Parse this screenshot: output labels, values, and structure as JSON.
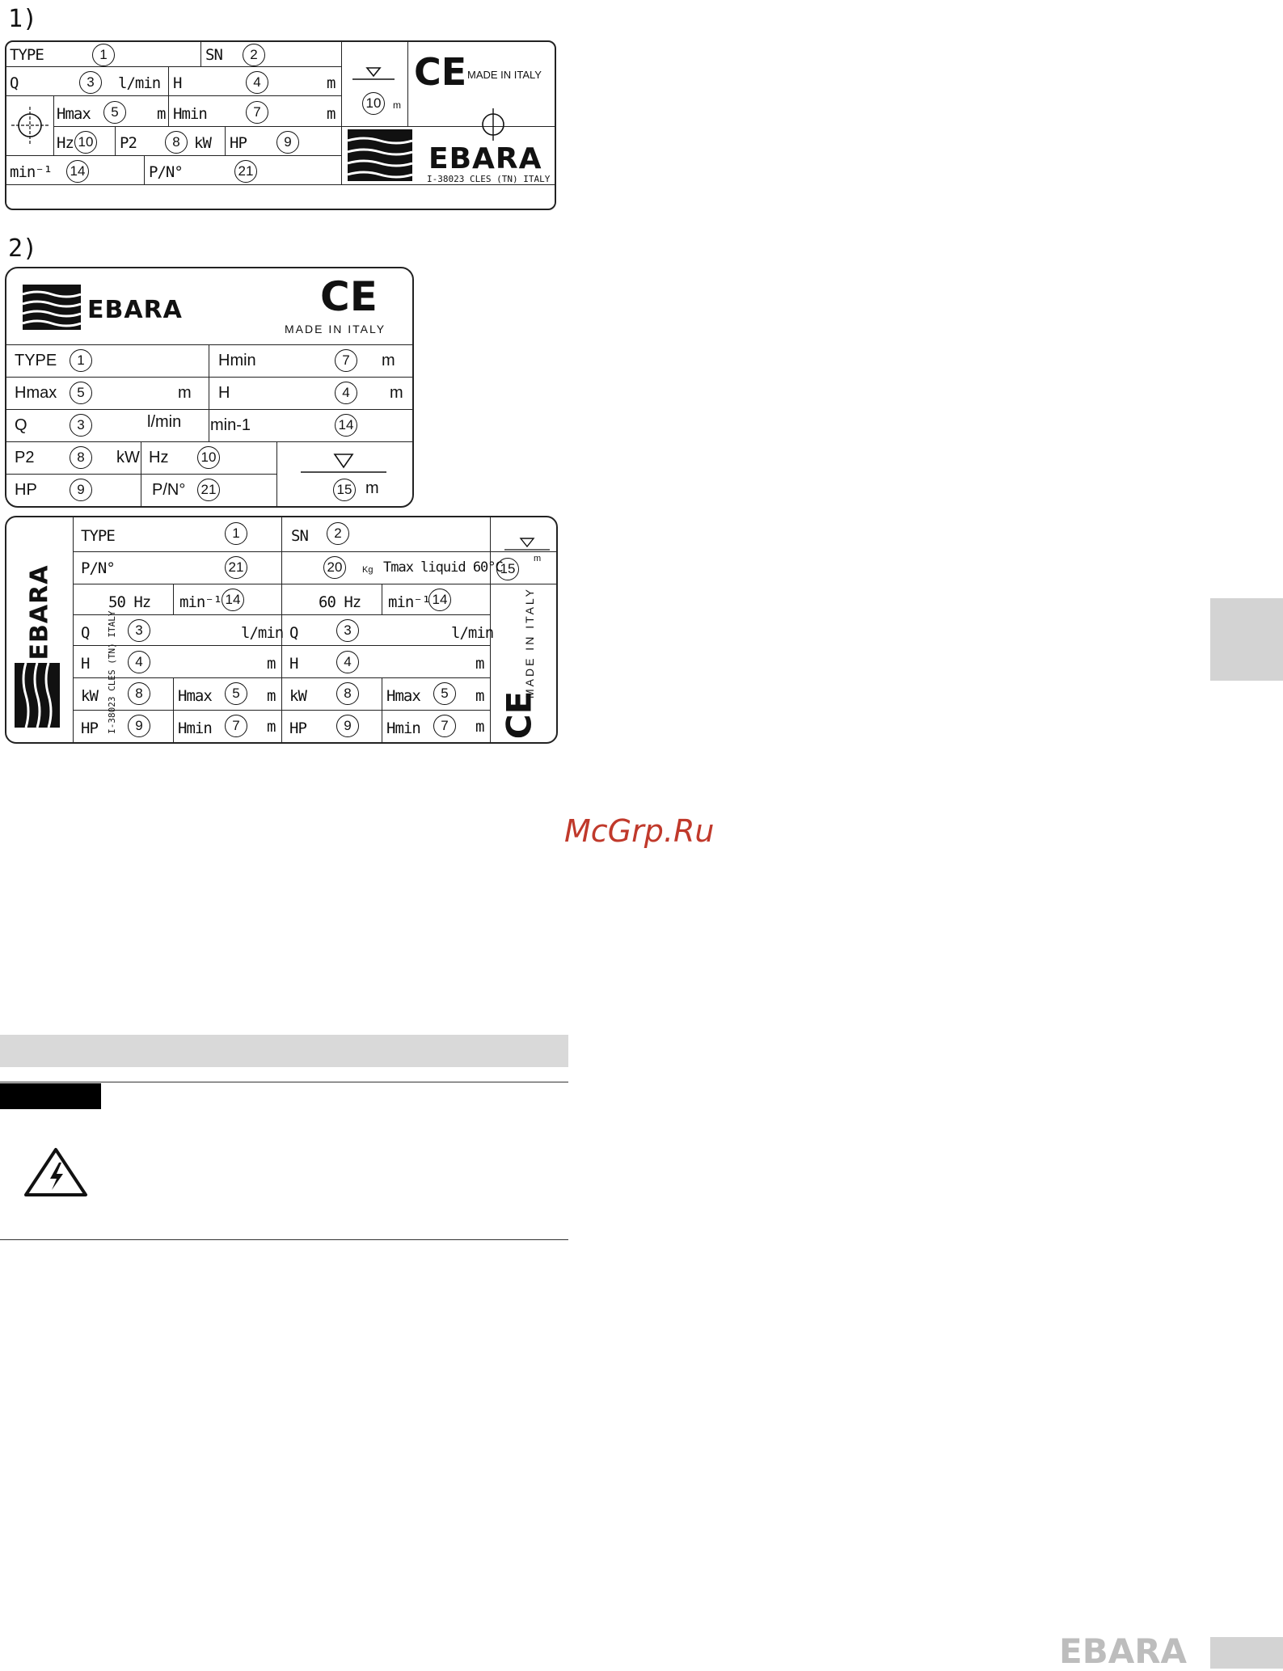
{
  "figure1": {
    "label": "1)",
    "type_label": "TYPE",
    "type_num": "1",
    "sn_label": "SN",
    "sn_num": "2",
    "q_label": "Q",
    "q_num": "3",
    "q_unit": "l/min",
    "h_label": "H",
    "h_num": "4",
    "h_unit": "m",
    "hmax_label": "Hmax",
    "hmax_num": "5",
    "hmax_unit": "m",
    "hmin_label": "Hmin",
    "hmin_num": "7",
    "hmin_unit": "m",
    "hz_label": "Hz",
    "hz_num": "10",
    "p2_label": "P2",
    "p2_num": "8",
    "p2_unit": "kW",
    "hp_label": "HP",
    "hp_num": "9",
    "min_label": "min⁻¹",
    "min_num": "14",
    "pn_label": "P/N°",
    "pn_num": "21",
    "depth_num": "10",
    "depth_unit": "m",
    "ce": "CE",
    "made_in_italy": "MADE IN ITALY",
    "brand": "EBARA",
    "address": "I-38023 CLES (TN) ITALY"
  },
  "figure2": {
    "label": "2)",
    "brand": "EBARA",
    "ce": "CE",
    "made_in_italy": "MADE IN ITALY",
    "type_label": "TYPE",
    "type_num": "1",
    "hmin_label": "Hmin",
    "hmin_num": "7",
    "hmin_unit": "m",
    "hmax_label": "Hmax",
    "hmax_num": "5",
    "hmax_unit": "m",
    "h_label": "H",
    "h_num": "4",
    "h_unit": "m",
    "q_label": "Q",
    "q_num": "3",
    "q_unit": "l/min",
    "min_label": "min-1",
    "min_num": "14",
    "p2_label": "P2",
    "p2_num": "8",
    "p2_unit": "kW",
    "hz_label": "Hz",
    "hz_num": "10",
    "hp_label": "HP",
    "hp_num": "9",
    "pn_label": "P/N°",
    "pn_num": "21",
    "depth_num": "15",
    "depth_unit": "m"
  },
  "figure3": {
    "brand": "EBARA",
    "address": "I-38023 CLES (TN) ITALY",
    "type_label": "TYPE",
    "type_num": "1",
    "sn_label": "SN",
    "sn_num": "2",
    "pn_label": "P/N°",
    "pn_num": "21",
    "kg_num": "20",
    "kg_unit": "Kg",
    "tmax": "Tmax liquid 60°C",
    "depth_num": "15",
    "depth_unit": "m",
    "left": {
      "freq": "50 Hz",
      "min_label": "min⁻¹",
      "min_num": "14",
      "q_label": "Q",
      "q_num": "3",
      "q_unit": "l/min",
      "h_label": "H",
      "h_num": "4",
      "h_unit": "m",
      "kw_label": "kW",
      "kw_num": "8",
      "hmax_label": "Hmax",
      "hmax_num": "5",
      "hmax_unit": "m",
      "hp_label": "HP",
      "hp_num": "9",
      "hmin_label": "Hmin",
      "hmin_num": "7",
      "hmin_unit": "m"
    },
    "right": {
      "freq": "60 Hz",
      "min_label": "min⁻¹",
      "min_num": "14",
      "q_label": "Q",
      "q_num": "3",
      "q_unit": "l/min",
      "h_label": "H",
      "h_num": "4",
      "h_unit": "m",
      "kw_label": "kW",
      "kw_num": "8",
      "hmax_label": "Hmax",
      "hmax_num": "5",
      "hmax_unit": "m",
      "hp_label": "HP",
      "hp_num": "9",
      "hmin_label": "Hmin",
      "hmin_num": "7",
      "hmin_unit": "m"
    },
    "made_in_italy": "MADE IN ITALY",
    "ce": "CE"
  },
  "watermark": "McGrp.Ru",
  "footer_brand": "EBARA",
  "colors": {
    "watermark": "#c0392b",
    "tab": "#d3d3d3",
    "bar": "#d9d9d9",
    "warning_block": "#000000"
  },
  "icons": [
    "electrical-hazard-icon",
    "pump-axis-icon",
    "water-level-icon"
  ]
}
